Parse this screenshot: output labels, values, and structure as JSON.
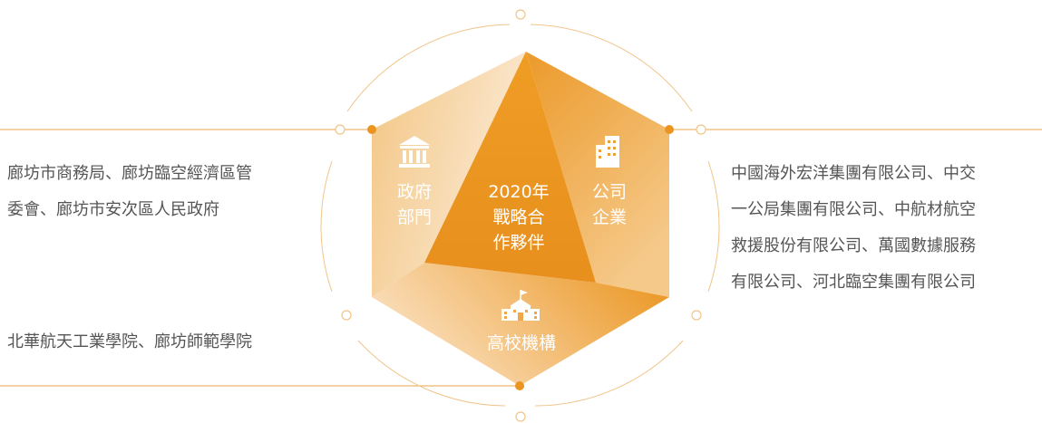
{
  "colors": {
    "accent": "#eb9520",
    "light": "#f7ddb8",
    "line": "#e8a64a",
    "text": "#555555"
  },
  "center": {
    "line1": "2020年",
    "line2": "戰略合",
    "line3": "作夥伴"
  },
  "segments": {
    "government": {
      "icon": "government-building-icon",
      "line1": "政府",
      "line2": "部門"
    },
    "enterprise": {
      "icon": "office-building-icon",
      "line1": "公司",
      "line2": "企業"
    },
    "academic": {
      "icon": "school-building-icon",
      "label": "高校機構"
    }
  },
  "left_top": {
    "line1": "廊坊市商務局、廊坊臨空經濟區管",
    "line2": "委會、廊坊市安次區人民政府"
  },
  "left_bottom": {
    "line1": "北華航天工業學院、廊坊師範學院"
  },
  "right": {
    "line1": "中國海外宏洋集團有限公司、中交",
    "line2": "一公局集團有限公司、中航材航空",
    "line3": "救援股份有限公司、萬國數據服務",
    "line4": "有限公司、河北臨空集團有限公司"
  }
}
